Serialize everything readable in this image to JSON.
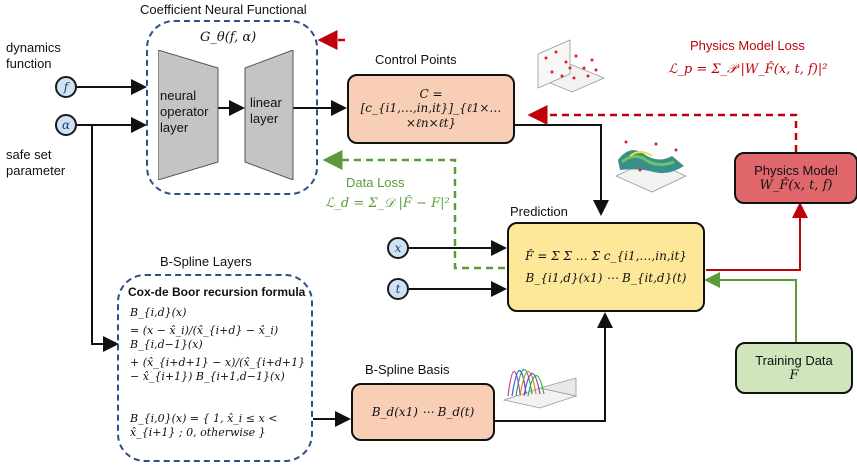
{
  "coefficient_functional": {
    "title": "Coefficient Neural Functional",
    "operator": "G_θ(f, α)",
    "layer1": "neural operator layer",
    "layer2": "linear layer"
  },
  "inputs": {
    "dynamics_label": "dynamics function",
    "f_symbol": "f",
    "alpha_symbol": "α",
    "safe_set_label": "safe set parameter",
    "x_symbol": "x",
    "t_symbol": "t"
  },
  "control_points": {
    "title": "Control Points",
    "formula": "C = [c_{i1,…,in,it}]_{ℓ1×…×ℓn×ℓt}"
  },
  "physics_loss": {
    "title": "Physics Model Loss",
    "formula": "ℒ_p = Σ_𝒫 |W_F̂(x, t, f)|²"
  },
  "data_loss": {
    "title": "Data Loss",
    "formula": "ℒ_d = Σ_𝒟 |F̂ − F|²"
  },
  "prediction": {
    "title": "Prediction",
    "formula_top": "F̂ = Σ Σ … Σ c_{i1,…,in,it}",
    "formula_bottom": "B_{i1,d}(x1) ⋯ B_{it,d}(t)"
  },
  "physics_model": {
    "title": "Physics Model",
    "formula": "W_F̂(x, t, f)"
  },
  "training_data": {
    "title": "Training Data",
    "symbol": "F"
  },
  "bspline_layers": {
    "title": "B-Spline Layers",
    "recursion_title": "Cox-de Boor recursion formula",
    "line1": "B_{i,d}(x)",
    "line2": "= (x − x̂_i)/(x̂_{i+d} − x̂_i) B_{i,d−1}(x)",
    "line3": "+ (x̂_{i+d+1} − x)/(x̂_{i+d+1} − x̂_{i+1}) B_{i+1,d−1}(x)",
    "line4": "B_{i,0}(x) = { 1, x̂_i ≤ x < x̂_{i+1} ; 0, otherwise }"
  },
  "bspline_basis": {
    "title": "B-Spline Basis",
    "formula": "B_d(x1) ⋯ B_d(t)"
  },
  "colors": {
    "dashed_blue": "#2a4f8a",
    "physics_red": "#c0000b",
    "data_green": "#5b9b3a",
    "orange_box": "#f8cfb6",
    "yellow_box": "#fde89a",
    "red_box": "#e0676c",
    "green_box": "#cfe6bd"
  }
}
